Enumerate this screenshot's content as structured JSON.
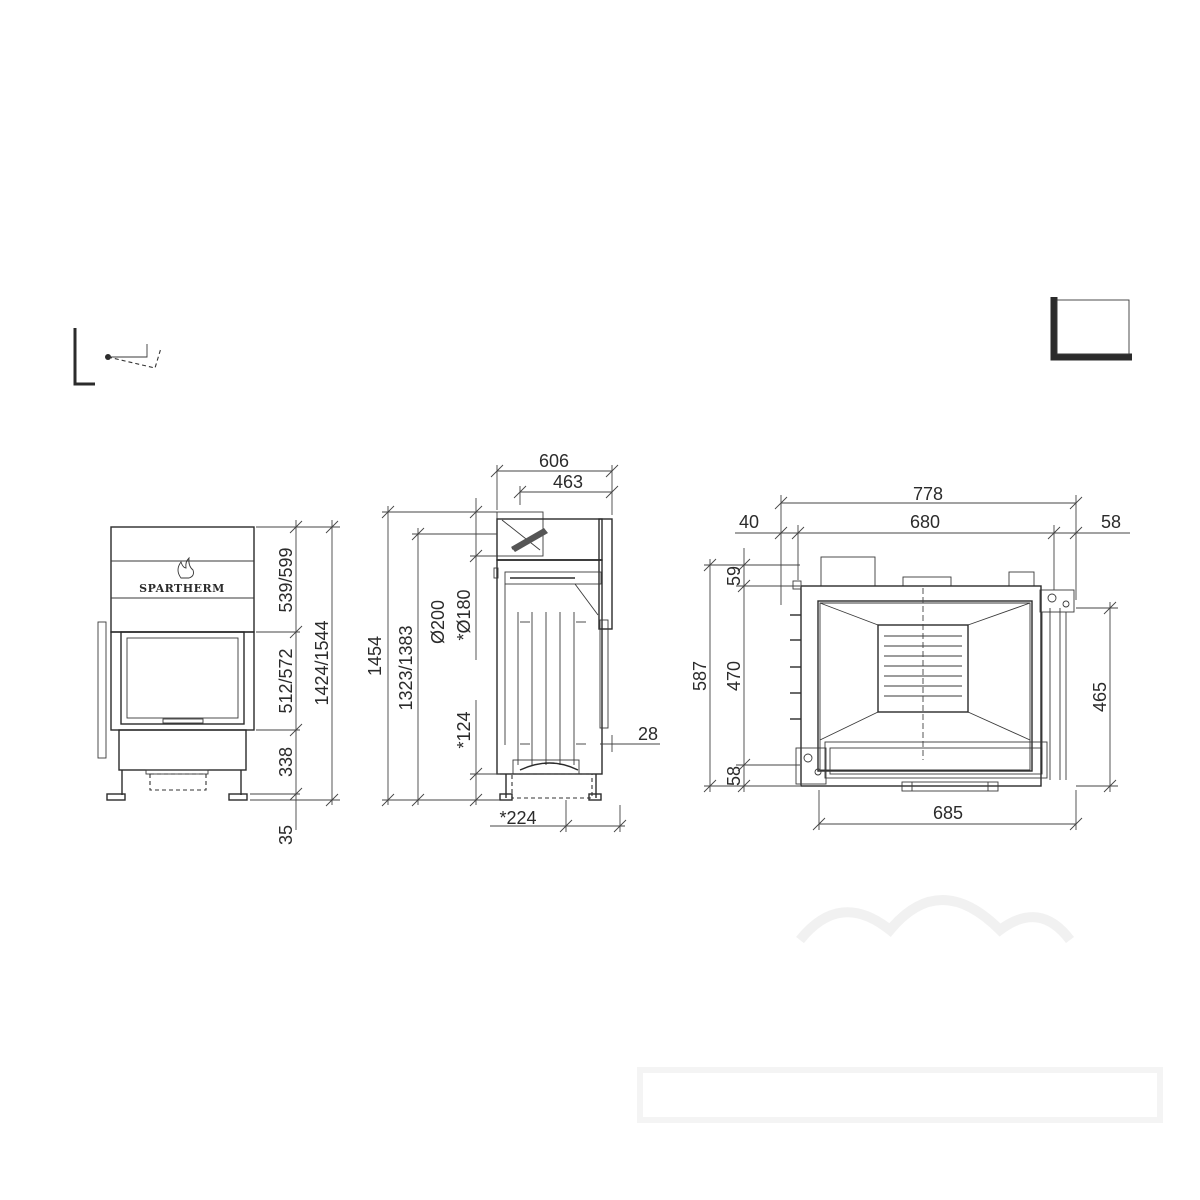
{
  "brand": "SPARTHERM",
  "dimensions": {
    "front": [
      "539/599",
      "512/572",
      "338",
      "1424/1544",
      "35"
    ],
    "side": [
      "606",
      "463",
      "1454",
      "1323/1383",
      "Ø200",
      "*Ø180",
      "*124",
      "28",
      "*224"
    ],
    "plan": [
      "778",
      "40",
      "680",
      "58",
      "59",
      "587",
      "470",
      "58",
      "465",
      "685"
    ]
  },
  "colors": {
    "line": "#2b2b2b",
    "background": "#ffffff"
  },
  "icons": [
    "corner-left-icon",
    "corner-right-icon"
  ]
}
